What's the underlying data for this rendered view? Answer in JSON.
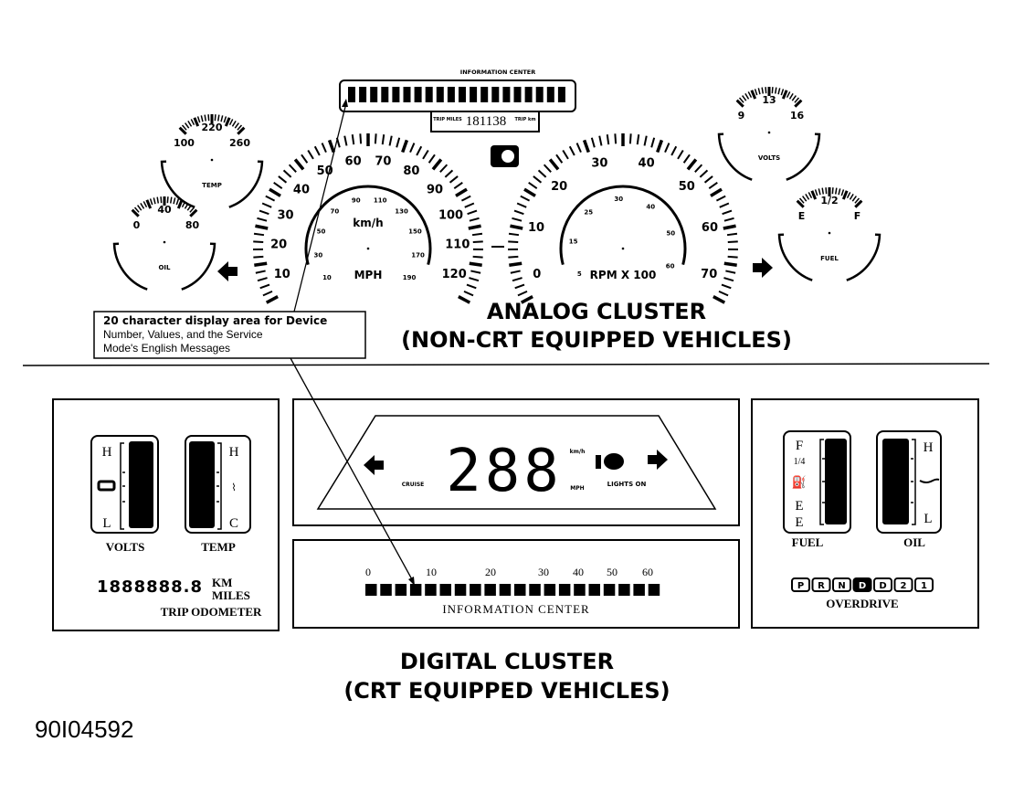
{
  "colors": {
    "ink": "#000000",
    "paper": "#ffffff"
  },
  "analog": {
    "info_center_label": "INFORMATION CENTER",
    "odometer": {
      "left_label": "TRIP MILES",
      "value": "181138",
      "right_label": "TRIP km"
    },
    "temp_gauge": {
      "ticks": [
        "100",
        "220",
        "260"
      ],
      "label": "TEMP"
    },
    "oil_gauge": {
      "ticks": [
        "0",
        "40",
        "80"
      ],
      "label": "OIL"
    },
    "volts_gauge": {
      "ticks": [
        "9",
        "13",
        "16"
      ],
      "label": "VOLTS"
    },
    "fuel_gauge": {
      "ticks": [
        "E",
        "1/2",
        "F"
      ],
      "label": "FUEL"
    },
    "speedometer": {
      "mph_ticks": [
        "10",
        "20",
        "30",
        "40",
        "50",
        "60",
        "70",
        "80",
        "90",
        "100",
        "110",
        "120"
      ],
      "kmh_ticks": [
        "10",
        "30",
        "50",
        "70",
        "90",
        "110",
        "130",
        "150",
        "170",
        "190"
      ],
      "kmh_label": "km/h",
      "label": "MPH"
    },
    "tachometer": {
      "ticks": [
        "0",
        "10",
        "20",
        "30",
        "40",
        "50",
        "60",
        "70"
      ],
      "inner_ticks": [
        "5",
        "15",
        "25",
        "30",
        "40",
        "50",
        "60"
      ],
      "label": "RPM X 100"
    },
    "title_line1": "ANALOG CLUSTER",
    "title_line2": "(NON-CRT EQUIPPED VEHICLES)"
  },
  "callout": {
    "line1": "20 character display area for Device",
    "line2": "Number, Values, and the Service",
    "line3": "Mode's English Messages"
  },
  "digital": {
    "volts": {
      "high": "H",
      "low": "L",
      "label": "VOLTS"
    },
    "temp": {
      "high": "H",
      "low": "C",
      "label": "TEMP"
    },
    "trip_odometer": {
      "digits": "1888888.8",
      "unit1": "KM",
      "unit2": "MILES",
      "label": "TRIP ODOMETER"
    },
    "speed_display": {
      "digits": "288",
      "cruise": "CRUISE",
      "kmh": "km/h",
      "mph": "MPH",
      "lights_on": "LIGHTS ON"
    },
    "info_center": {
      "scale": [
        "0",
        "10",
        "20",
        "30",
        "40",
        "50",
        "60"
      ],
      "label": "INFORMATION CENTER"
    },
    "fuel": {
      "marks": [
        "F",
        "1/4",
        "E",
        "E"
      ],
      "label": "FUEL"
    },
    "oil": {
      "high": "H",
      "low": "L",
      "label": "OIL"
    },
    "gear_selector": {
      "gears": [
        "P",
        "R",
        "N",
        "D",
        "D",
        "2",
        "1"
      ],
      "active_index": 3,
      "label": "OVERDRIVE"
    },
    "title_line1": "DIGITAL CLUSTER",
    "title_line2": "(CRT EQUIPPED VEHICLES)"
  },
  "figure_id": "90I04592"
}
